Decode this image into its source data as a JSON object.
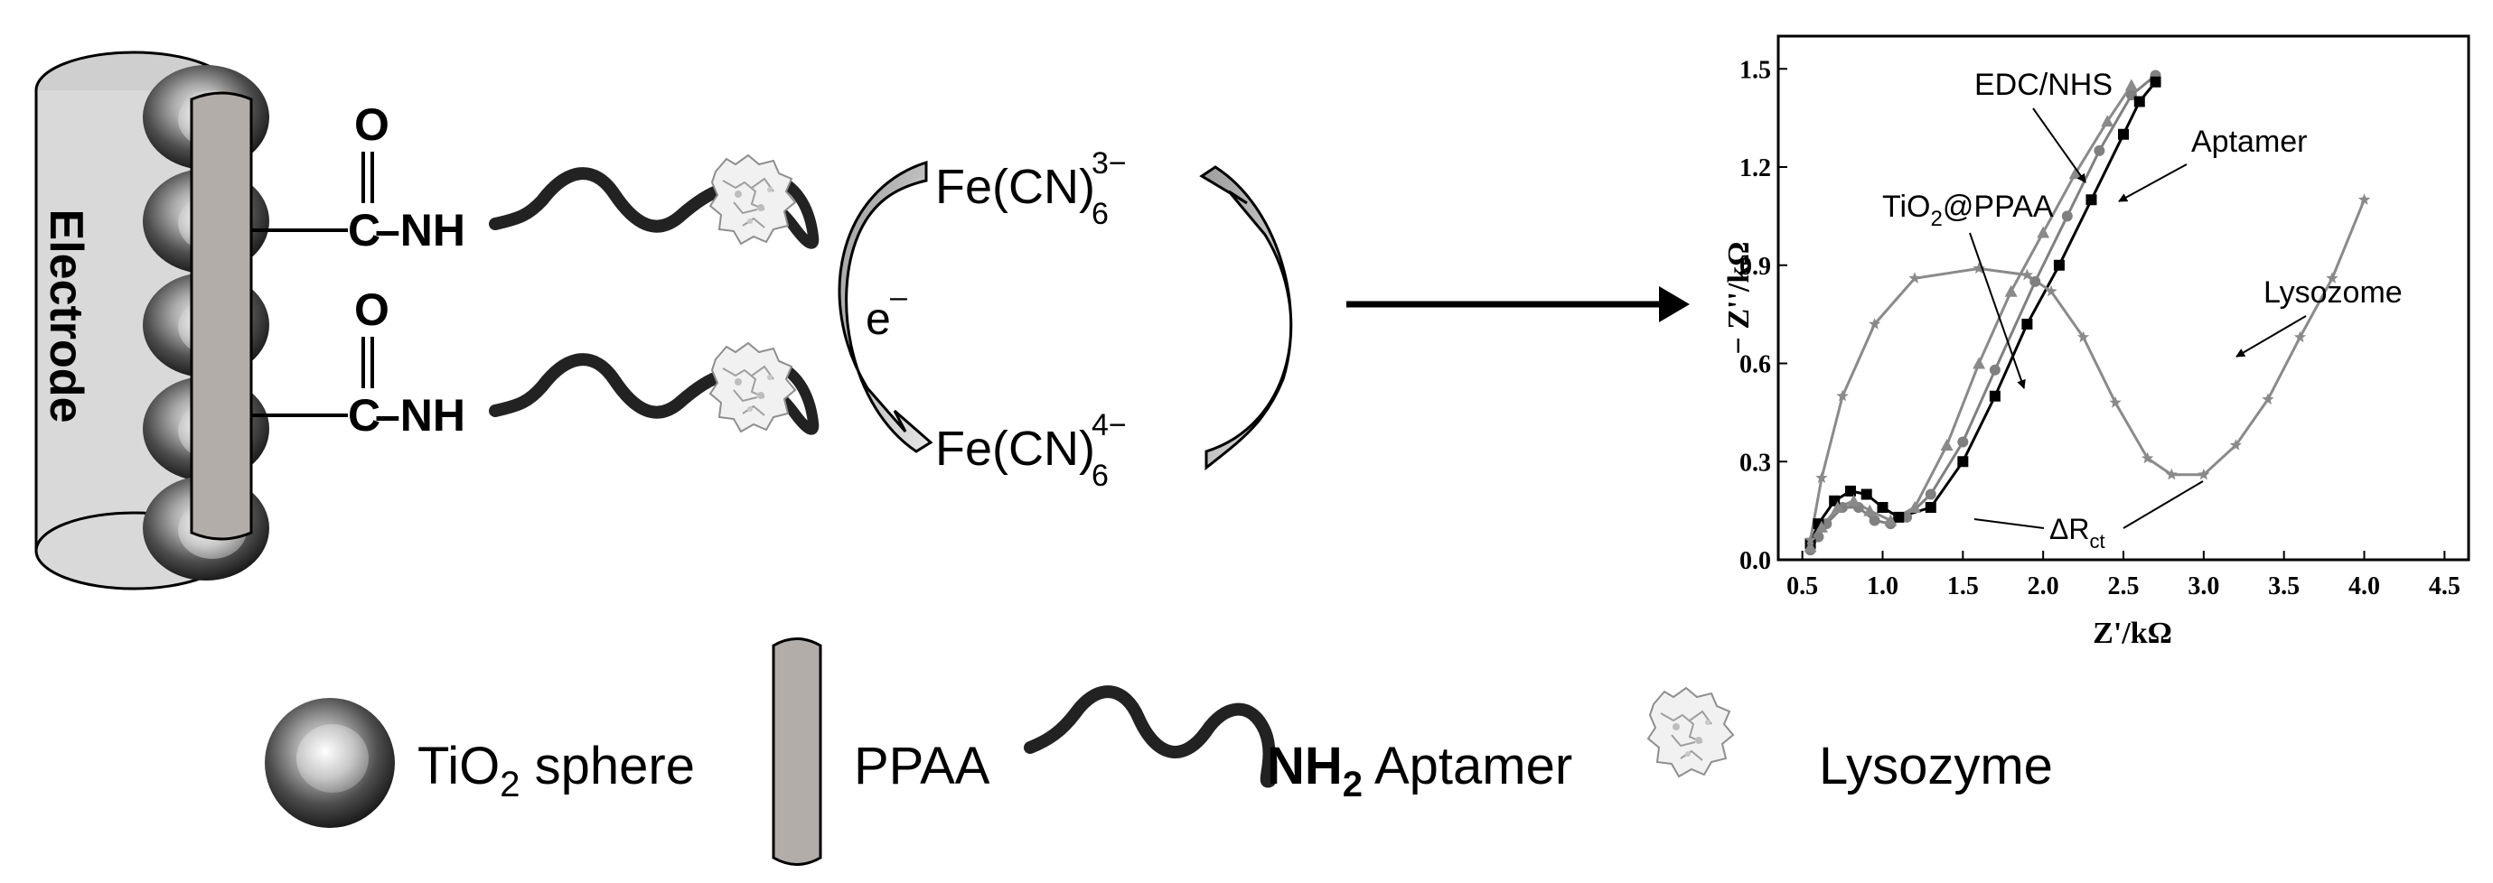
{
  "scheme": {
    "electrode_label": "Electrode",
    "carbonyl_o": "O",
    "carbonyl_c": "C",
    "amide_nh": "–NH",
    "redox_ox_base": "Fe(CN)",
    "redox_sub": "6",
    "redox_ox_sup": "3−",
    "redox_red_base": "Fe(CN)",
    "redox_red_sup": "4−",
    "electron": "e",
    "electron_sup": "–"
  },
  "legend": {
    "tio2_main": "TiO",
    "tio2_sub": "2",
    "tio2_rest": " sphere",
    "ppaa": "PPAA",
    "nh_main": "NH",
    "nh_sub": "2",
    "aptamer": " Aptamer",
    "lysozyme": "Lysozyme"
  },
  "chart_data": {
    "type": "scatter",
    "title": "",
    "xlabel": "Z'/kΩ",
    "ylabel": "− Z''/kΩ",
    "xlim": [
      0.35,
      4.65
    ],
    "ylim": [
      0.0,
      1.6
    ],
    "xticks": [
      "0.5",
      "1.0",
      "1.5",
      "2.0",
      "2.5",
      "3.0",
      "3.5",
      "4.0",
      "4.5"
    ],
    "yticks": [
      "0.0",
      "0.3",
      "0.6",
      "0.9",
      "1.2",
      "1.5"
    ],
    "grid": false,
    "series": [
      {
        "name": "EDC/NHS",
        "marker": "circle",
        "color": "#808080",
        "points": [
          [
            0.55,
            0.03
          ],
          [
            0.6,
            0.07
          ],
          [
            0.65,
            0.11
          ],
          [
            0.75,
            0.16
          ],
          [
            0.85,
            0.16
          ],
          [
            0.95,
            0.12
          ],
          [
            1.05,
            0.11
          ],
          [
            1.15,
            0.13
          ],
          [
            1.3,
            0.2
          ],
          [
            1.5,
            0.36
          ],
          [
            1.7,
            0.58
          ],
          [
            1.95,
            0.85
          ],
          [
            2.15,
            1.05
          ],
          [
            2.35,
            1.25
          ],
          [
            2.55,
            1.42
          ],
          [
            2.7,
            1.48
          ]
        ]
      },
      {
        "name": "Aptamer",
        "marker": "square",
        "color": "#000000",
        "points": [
          [
            0.55,
            0.05
          ],
          [
            0.6,
            0.11
          ],
          [
            0.7,
            0.18
          ],
          [
            0.8,
            0.21
          ],
          [
            0.9,
            0.2
          ],
          [
            1.0,
            0.16
          ],
          [
            1.1,
            0.13
          ],
          [
            1.3,
            0.16
          ],
          [
            1.5,
            0.3
          ],
          [
            1.7,
            0.5
          ],
          [
            1.9,
            0.72
          ],
          [
            2.1,
            0.9
          ],
          [
            2.3,
            1.1
          ],
          [
            2.5,
            1.3
          ],
          [
            2.6,
            1.4
          ],
          [
            2.7,
            1.46
          ]
        ]
      },
      {
        "name": "TiO2@PPAA",
        "marker": "triangle",
        "color": "#8a8a8a",
        "points": [
          [
            0.55,
            0.04
          ],
          [
            0.62,
            0.1
          ],
          [
            0.72,
            0.16
          ],
          [
            0.82,
            0.18
          ],
          [
            0.92,
            0.15
          ],
          [
            1.05,
            0.12
          ],
          [
            1.2,
            0.16
          ],
          [
            1.4,
            0.35
          ],
          [
            1.6,
            0.6
          ],
          [
            1.8,
            0.82
          ],
          [
            2.0,
            1.0
          ],
          [
            2.2,
            1.18
          ],
          [
            2.4,
            1.34
          ],
          [
            2.55,
            1.45
          ]
        ]
      },
      {
        "name": "Lysozome",
        "marker": "star",
        "color": "#8a8a8a",
        "points": [
          [
            0.55,
            0.06
          ],
          [
            0.62,
            0.25
          ],
          [
            0.75,
            0.5
          ],
          [
            0.95,
            0.72
          ],
          [
            1.2,
            0.86
          ],
          [
            1.6,
            0.89
          ],
          [
            1.9,
            0.87
          ],
          [
            2.05,
            0.82
          ],
          [
            2.25,
            0.68
          ],
          [
            2.45,
            0.48
          ],
          [
            2.65,
            0.31
          ],
          [
            2.8,
            0.26
          ],
          [
            3.0,
            0.26
          ],
          [
            3.2,
            0.35
          ],
          [
            3.4,
            0.49
          ],
          [
            3.6,
            0.68
          ],
          [
            3.8,
            0.86
          ],
          [
            4.0,
            1.1
          ]
        ]
      }
    ],
    "annotations": {
      "edc": "EDC/NHS",
      "apt": "Aptamer",
      "tio2_main": "TiO",
      "tio2_sub": "2",
      "tio2_rest": "@PPAA",
      "lys": "Lysozome",
      "delta_main": "ΔR",
      "delta_sub": "ct"
    }
  }
}
